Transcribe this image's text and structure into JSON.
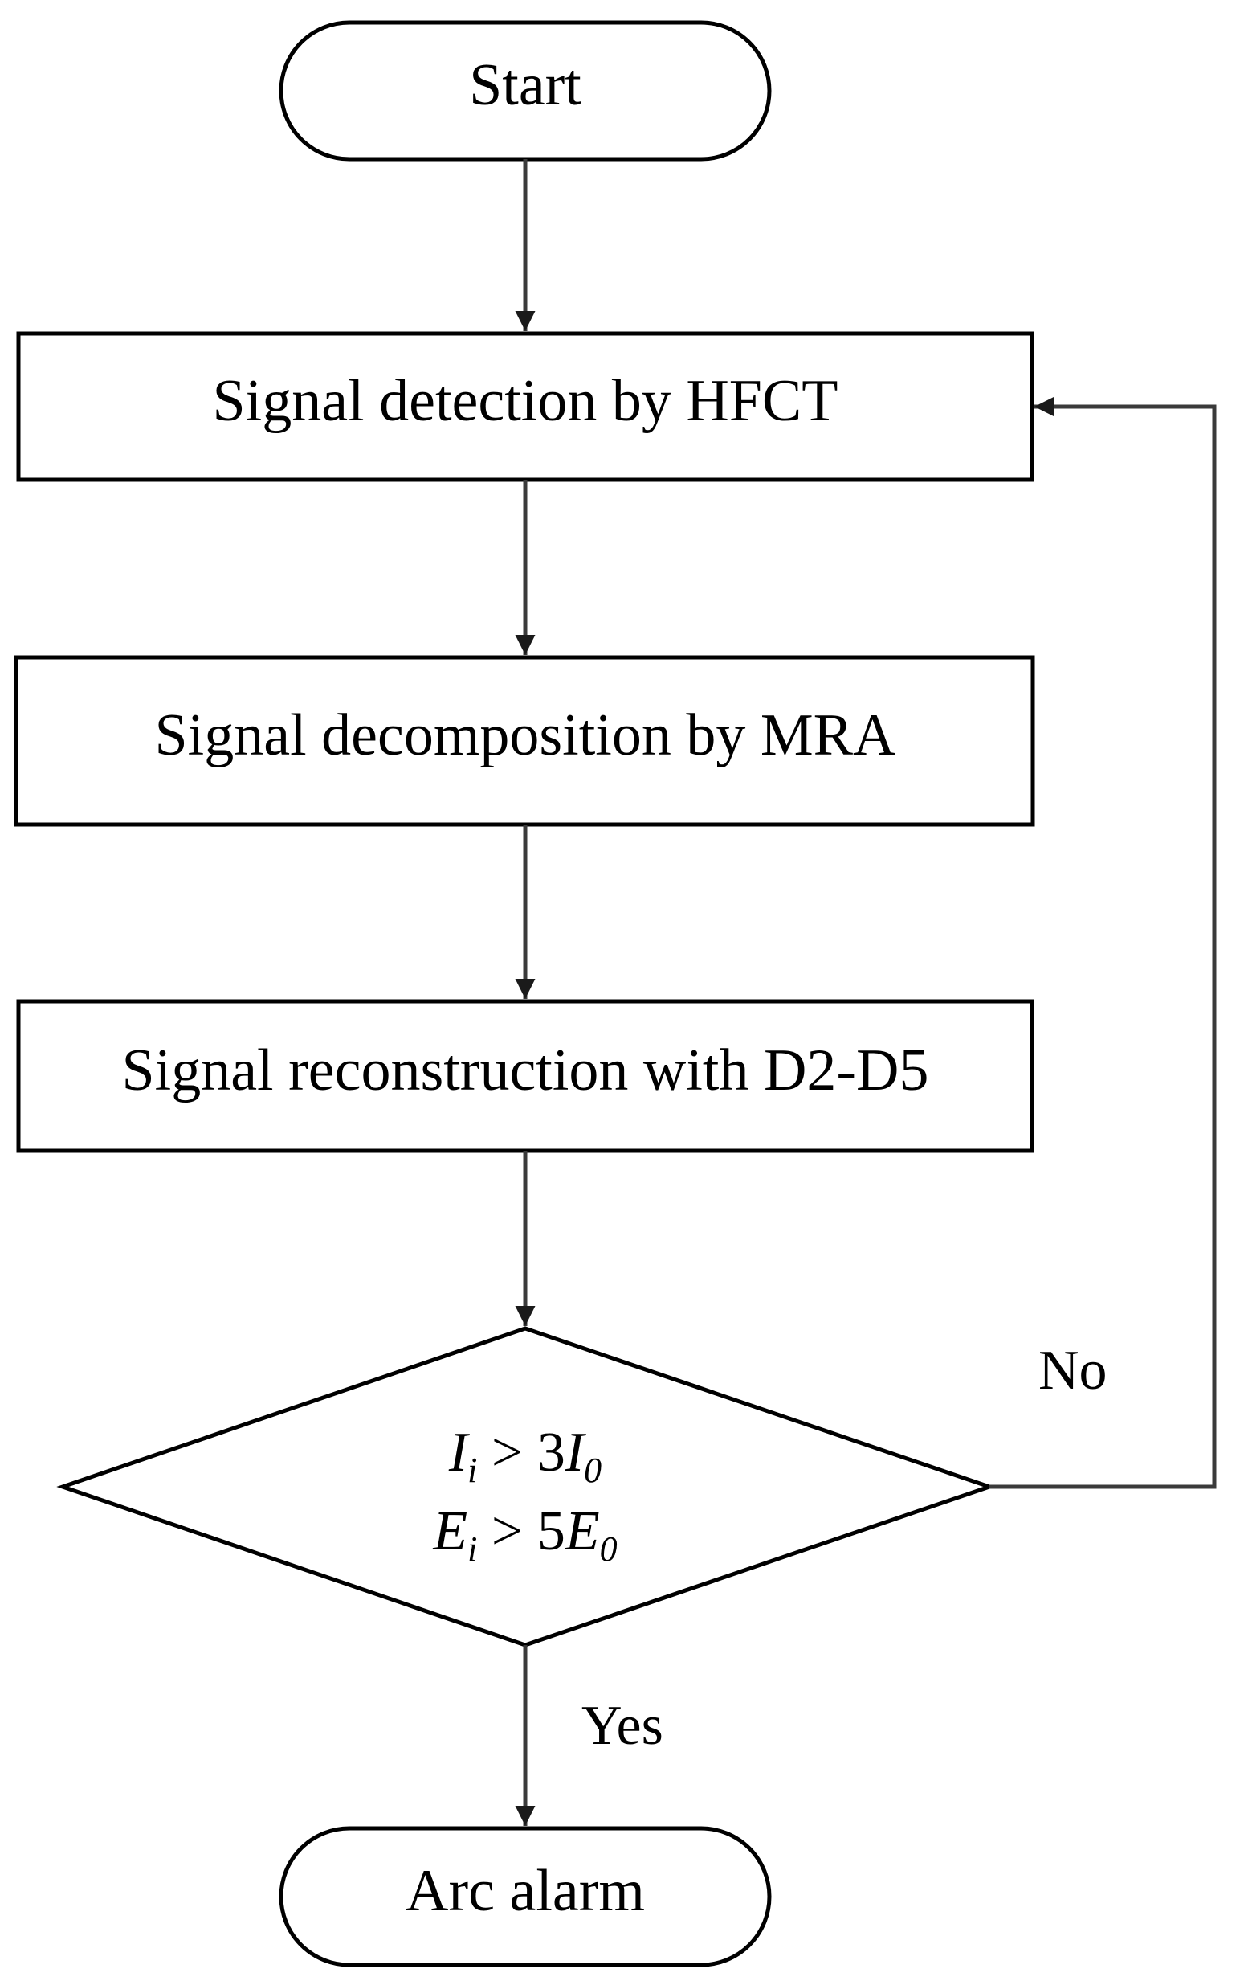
{
  "diagram": {
    "nodes": {
      "start": {
        "label": "Start"
      },
      "detection": {
        "label": "Signal detection by HFCT"
      },
      "decomposition": {
        "label": "Signal decomposition by MRA"
      },
      "reconstruction": {
        "label": "Signal reconstruction with D2-D5"
      },
      "decision": {
        "line1": {
          "var": "I",
          "sub": "i",
          "op": " > 3",
          "rhs": "I",
          "rhs_sub": "0"
        },
        "line2": {
          "var": "E",
          "sub": "i",
          "op": " > 5",
          "rhs": "E",
          "rhs_sub": "0"
        }
      },
      "alarm": {
        "label": "Arc alarm"
      }
    },
    "edges": {
      "yes_label": "Yes",
      "no_label": "No"
    },
    "colors": {
      "stroke": "#000000",
      "arrow": "#3a3a3a",
      "fill": "#ffffff"
    }
  }
}
